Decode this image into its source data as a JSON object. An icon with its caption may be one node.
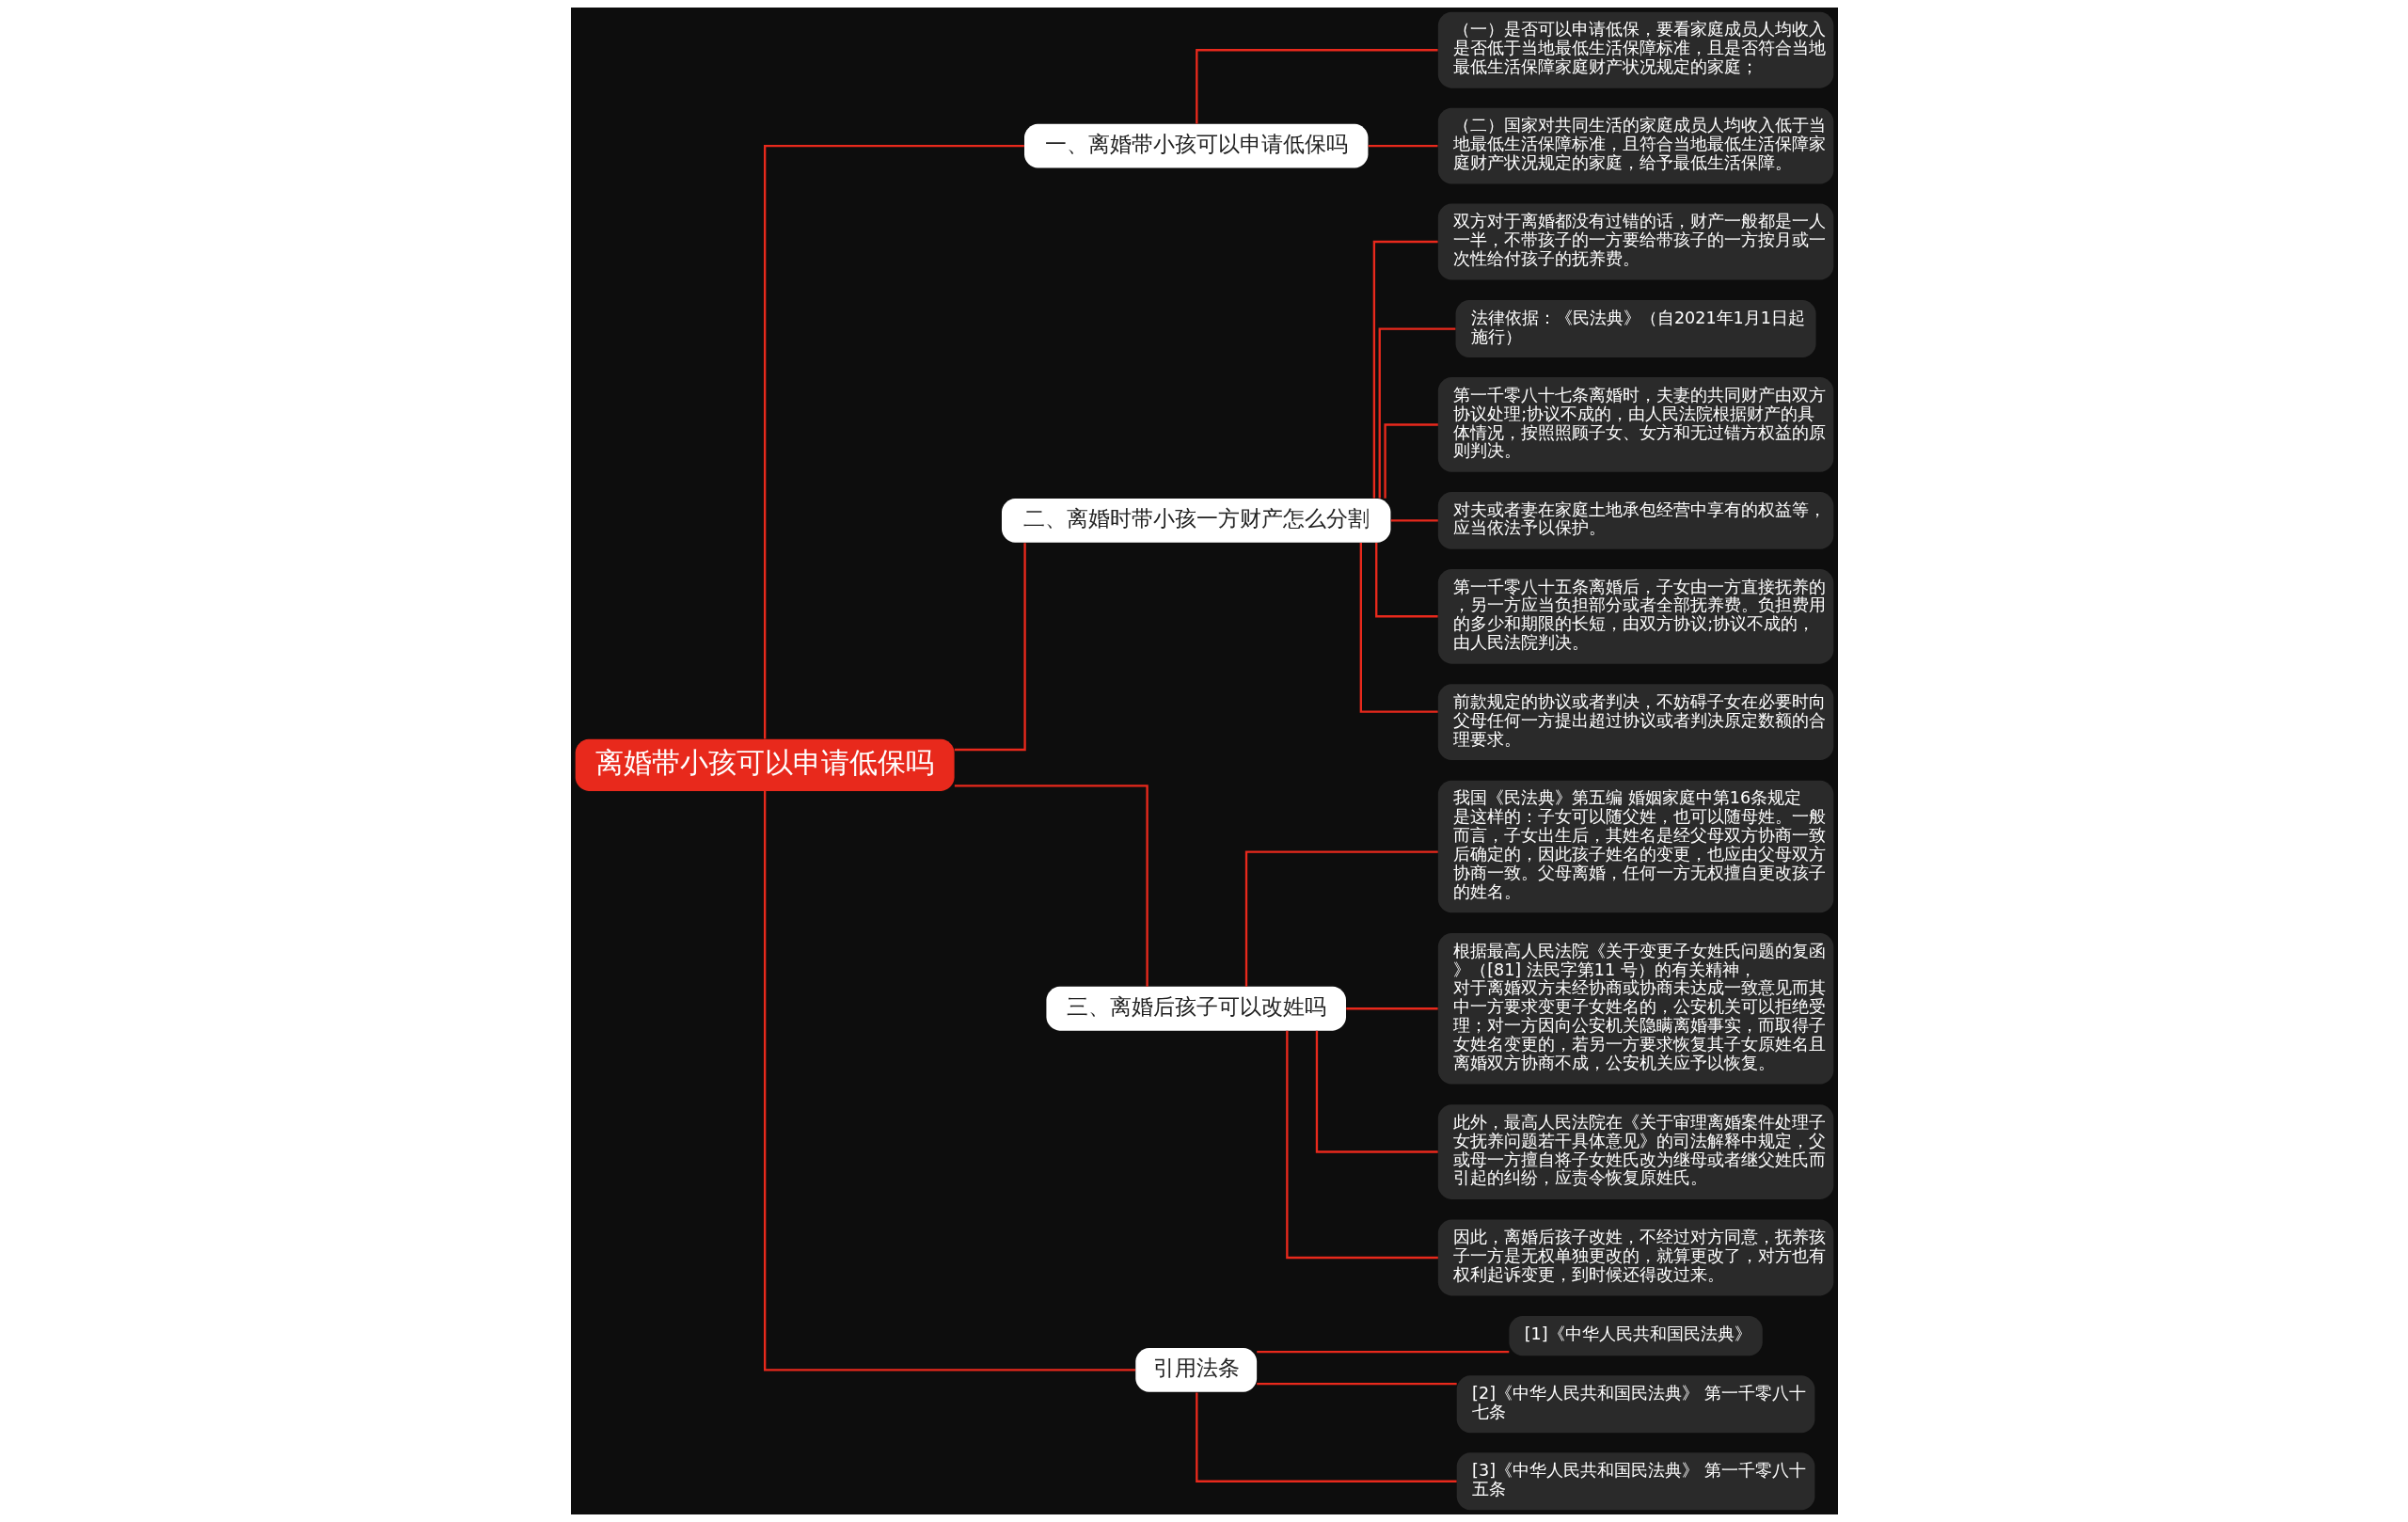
{
  "diagram": {
    "nodes": [
      {
        "text": [
          "离婚带小孩可以申请低保吗"
        ]
      },
      {
        "text": [
          "一、离婚带小孩可以申请低保吗"
        ]
      },
      {
        "text": [
          "（一）是否可以申请低保，要看家庭成员人均收入是否低于当地最低生活保障标准，且是否符合当地最低生活保障家庭财产状况规定的家庭；"
        ]
      },
      {
        "text": [
          "（二）国家对共同生活的家庭成员人均收入低于当地最低生活保障标准，且符合当地最低生活保障家庭财产状况规定的家庭，给予最低生活保障。"
        ]
      },
      {
        "text": [
          "二、离婚时带小孩一方财产怎么分割"
        ]
      },
      {
        "text": [
          "双方对于离婚都没有过错的话，财产一般都是一人一半，不带孩子的一方要给带孩子的一方按月或一次性给付孩子的抚养费。"
        ]
      },
      {
        "text": [
          "法律依据：《民法典》（自2021年1月1日起施行）"
        ]
      },
      {
        "text": [
          "第一千零八十七条离婚时，夫妻的共同财产由双方协议处理;协议不成的，由人民法院根据财产的具体情况，按照照顾子女、女方和无过错方权益的原则判决。"
        ]
      },
      {
        "text": [
          "对夫或者妻在家庭土地承包经营中享有的权益等，应当依法予以保护。"
        ]
      },
      {
        "text": [
          "第一千零八十五条离婚后，子女由一方直接抚养的，另一方应当负担部分或者全部抚养费。负担费用的多少和期限的长短，由双方协议;协议不成的，由人民法院判决。"
        ]
      },
      {
        "text": [
          "前款规定的协议或者判决，不妨碍子女在必要时向父母任何一方提出超过协议或者判决原定数额的合理要求。"
        ]
      },
      {
        "text": [
          "三、离婚后孩子可以改姓吗"
        ]
      },
      {
        "text": [
          "我国《民法典》第五编 婚姻家庭中第16条规定是这样的：子女可以随父姓，也可以随母姓。一般而言，子女出生后，其姓名是经父母双方协商一致后确定的，因此孩子姓名的变更，也应由父母双方协商一致。父母离婚，任何一方无权擅自更改孩子的姓名。"
        ]
      },
      {
        "text": [
          "根据最高人民法院《关于变更子女姓氏问题的复函》（[81] 法民字第11 号）的有关精神，对于离婚双方未经协商或协商未达成一致意见而其中一方要求变更子女姓名的，公安机关可以拒绝受理；对一方因向公安机关隐瞒离婚事实，而取得子女姓名变更的，若另一方要求恢复其子女原姓名且离婚双方协商不成，公安机关应予以恢复。"
        ]
      },
      {
        "text": [
          "此外，最高人民法院在《关于审理离婚案件处理子女抚养问题若干具体意见》的司法解释中规定，父或母一方擅自将子女姓氏改为继母或者继父姓氏而引起的纠纷，应责令恢复原姓氏。"
        ]
      },
      {
        "text": [
          "因此，离婚后孩子改姓，不经过对方同意，抚养孩子一方是无权单独更改的，就算更改了，对方也有权利起诉变更，到时候还得改过来。"
        ]
      },
      {
        "text": [
          "引用法条"
        ]
      },
      {
        "text": [
          "[1]《中华人民共和国民法典》"
        ]
      },
      {
        "text": [
          "[2]《中华人民共和国民法典》 第一千零八十七条"
        ]
      },
      {
        "text": [
          "[3]《中华人民共和国民法典》 第一千零八十五条"
        ]
      }
    ],
    "edges": [
      {
        "from": 0,
        "to": 1,
        "arrow": "none"
      },
      {
        "from": 1,
        "to": 2,
        "arrow": "none"
      },
      {
        "from": 1,
        "to": 3,
        "arrow": "none"
      },
      {
        "from": 0,
        "to": 4,
        "arrow": "none"
      },
      {
        "from": 4,
        "to": 5,
        "arrow": "none"
      },
      {
        "from": 4,
        "to": 6,
        "arrow": "none"
      },
      {
        "from": 4,
        "to": 7,
        "arrow": "none"
      },
      {
        "from": 4,
        "to": 8,
        "arrow": "none"
      },
      {
        "from": 4,
        "to": 9,
        "arrow": "none"
      },
      {
        "from": 4,
        "to": 10,
        "arrow": "none"
      },
      {
        "from": 0,
        "to": 11,
        "arrow": "none"
      },
      {
        "from": 11,
        "to": 12,
        "arrow": "none"
      },
      {
        "from": 11,
        "to": 13,
        "arrow": "none"
      },
      {
        "from": 11,
        "to": 14,
        "arrow": "none"
      },
      {
        "from": 11,
        "to": 15,
        "arrow": "none"
      },
      {
        "from": 0,
        "to": 16,
        "arrow": "none"
      },
      {
        "from": 16,
        "to": 17,
        "arrow": "none"
      },
      {
        "from": 16,
        "to": 18,
        "arrow": "none"
      },
      {
        "from": 16,
        "to": 19,
        "arrow": "none"
      }
    ]
  }
}
